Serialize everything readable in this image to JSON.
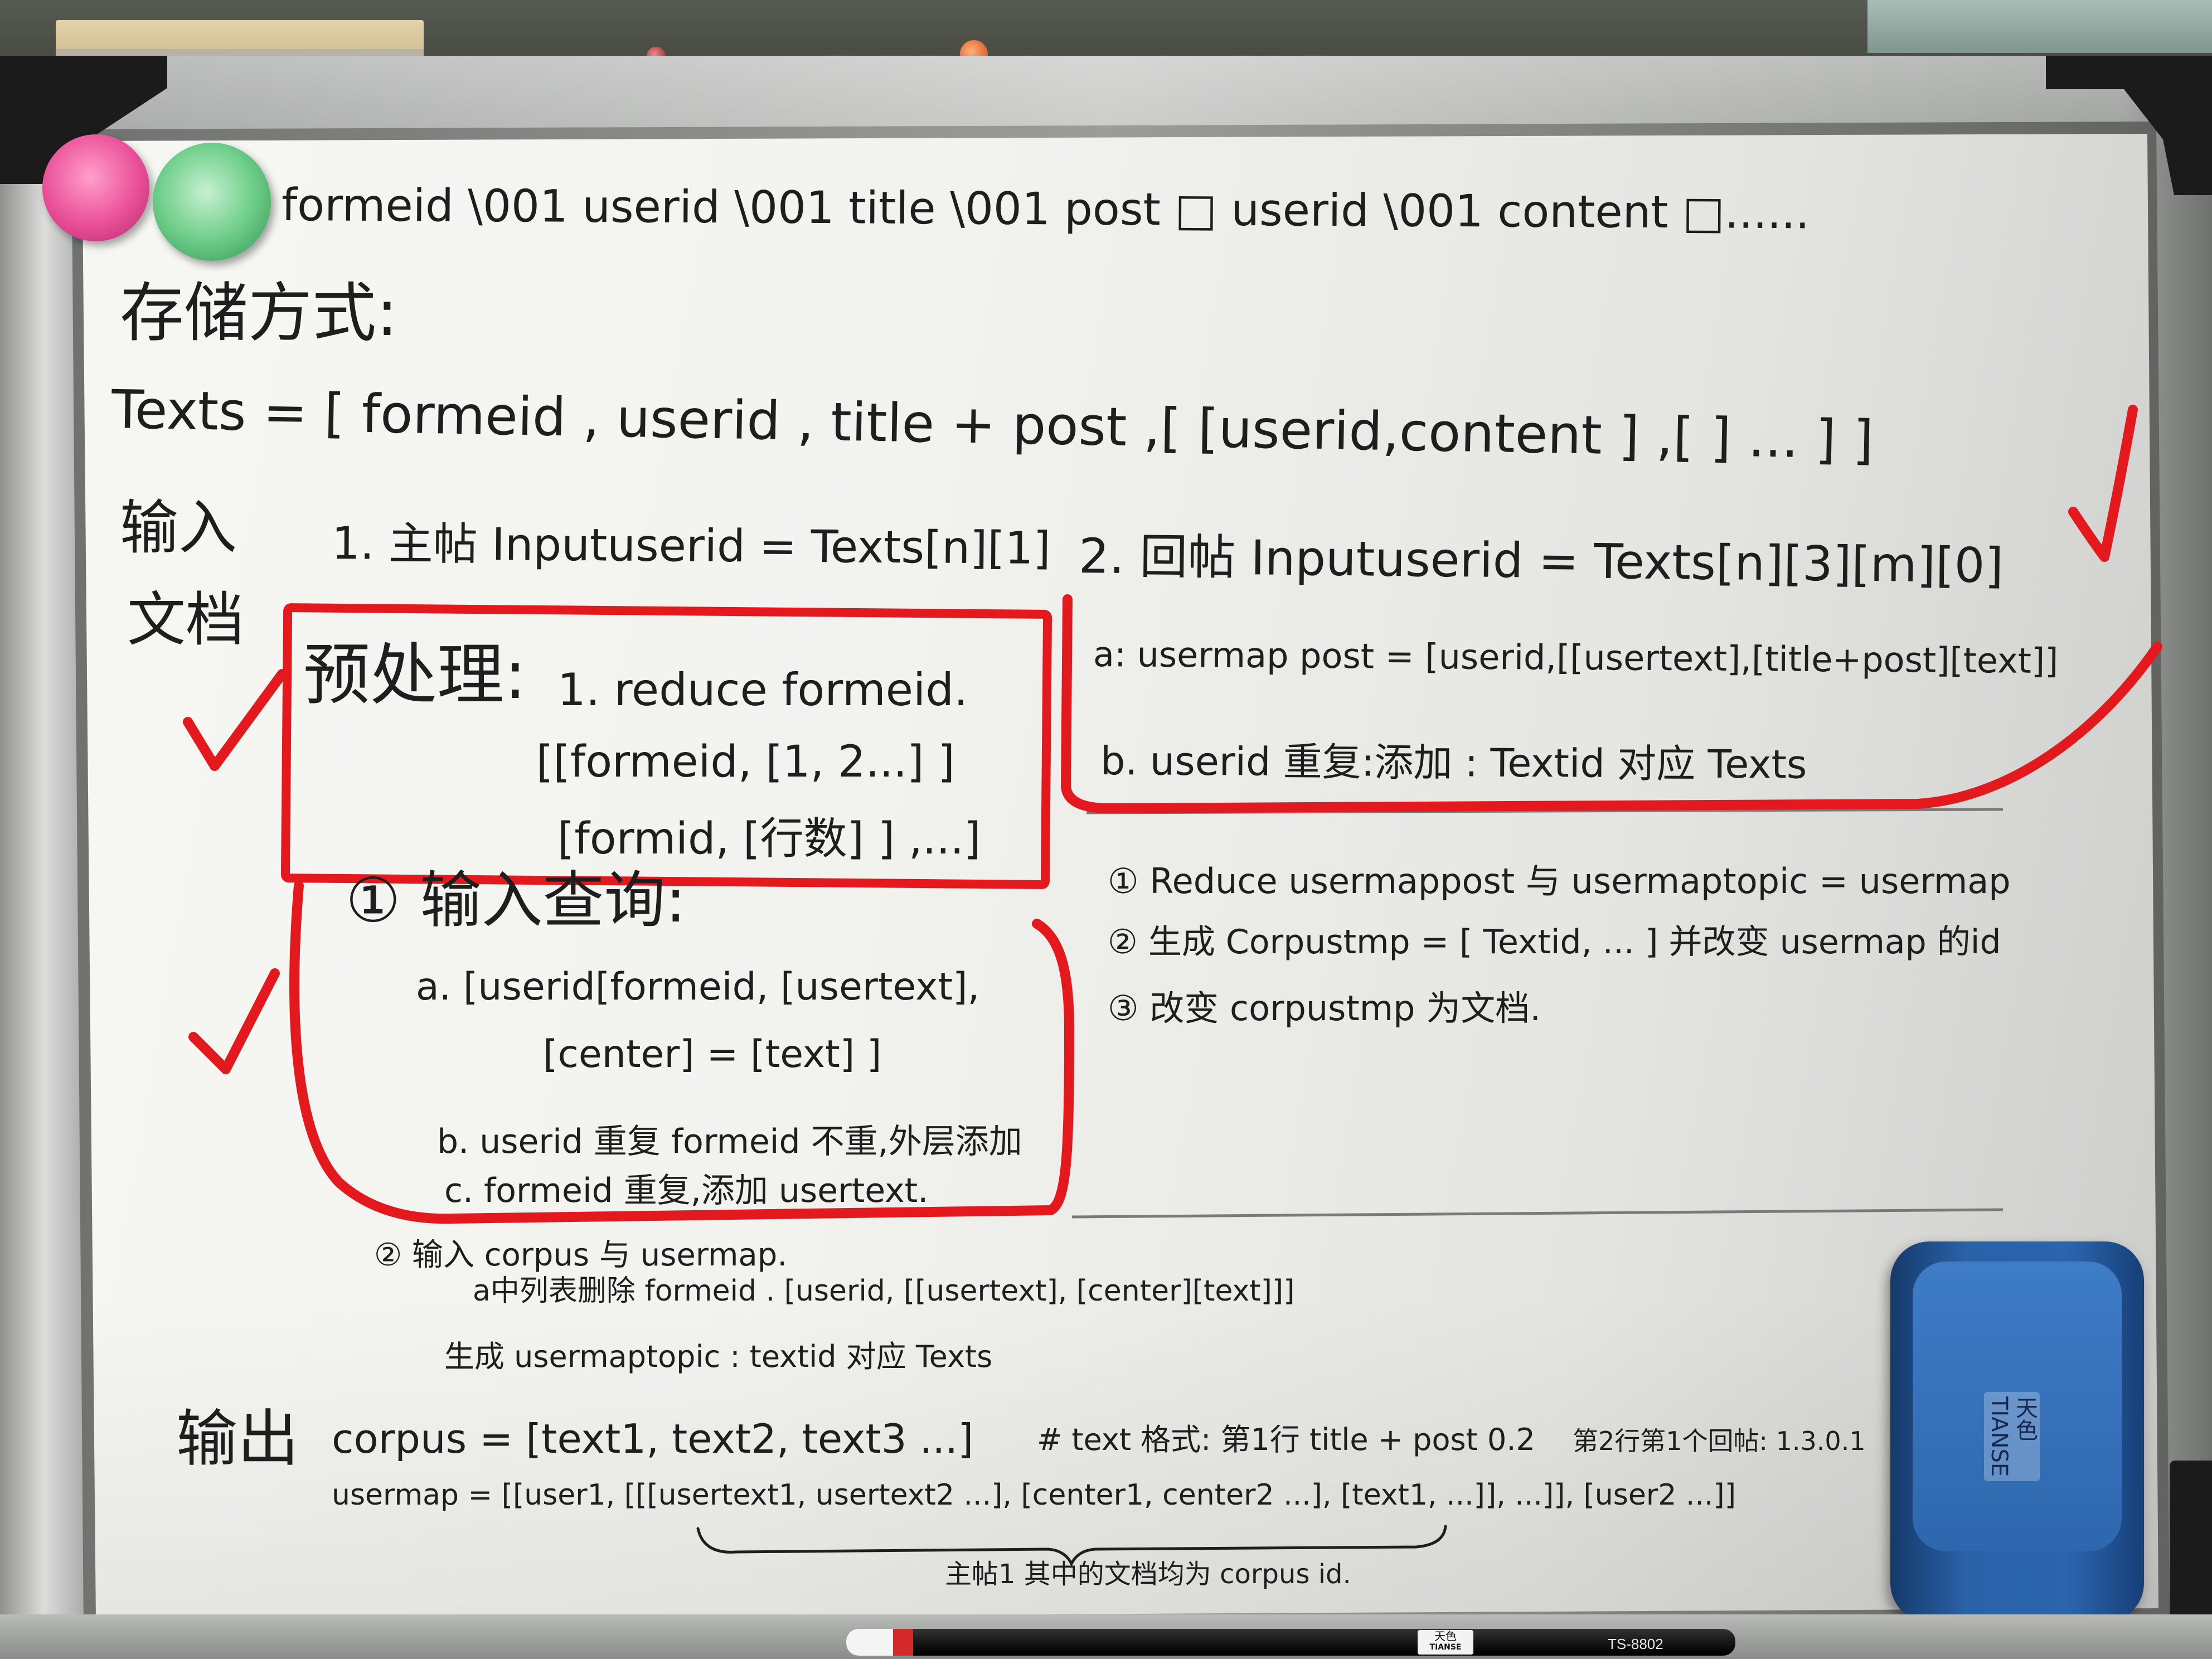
{
  "board": {
    "header_line": "formeid \\001 userid \\001 title \\001 post □ userid \\001 content □......",
    "storage": {
      "heading": "存储方式:",
      "texts_line": "Texts = [ formeid , userid , title + post ,[ [userid,content ] ,[ ] ... ] ]"
    },
    "input_doc": {
      "label_1": "输入",
      "label_2": "文档",
      "item_1": "1. 主帖 Inputuserid = Texts[n][1]",
      "item_2": "2. 回帖 Inputuserid = Texts[n][3][m][0]",
      "sub_a": "a: usermap post = [userid,[[usertext],[title+post][text]]",
      "sub_b": "b. userid 重复:添加 : Textid 对应 Texts"
    },
    "preprocess": {
      "heading": "预处理:",
      "step_1": "1. reduce formeid.",
      "line_2": "[[formeid, [1, 2...] ]",
      "line_3": "[formid, [行数] ] ,...]"
    },
    "steps": {
      "s1": "① Reduce usermappost 与 usermaptopic = usermap",
      "s2": "② 生成 Corpustmp = [ Textid, ... ] 并改变 usermap 的id",
      "s3": "③ 改变 corpustmp 为文档."
    },
    "query": {
      "heading": "① 输入查询:",
      "a_line_1": "a. [userid[formeid, [usertext],",
      "a_line_2": "[center] = [text] ]",
      "b": "b. userid 重复 formeid 不重,外层添加",
      "c": "c. formeid 重复,添加 usertext."
    },
    "corpus_input": {
      "heading": "② 输入 corpus 与 usermap.",
      "a": "a中列表删除 formeid . [userid, [[usertext], [center][text]]]",
      "generate": "生成 usermaptopic : textid 对应 Texts"
    },
    "output": {
      "label": "输出",
      "corpus_line": "corpus = [text1, text2, text3 ...]",
      "format_1": "# text 格式: 第1行 title + post 0.2",
      "format_2": "第2行第1个回帖: 1.3.0.1",
      "usermap_line": "usermap = [[user1, [[[usertext1, usertext2 ...], [center1, center2 ...], [text1, ...]], ...]], [user2 ...]]",
      "note": "主帖1 其中的文档均为 corpus id."
    }
  },
  "eraser": {
    "brand_cn": "天色",
    "brand_en": "TIANSE"
  },
  "markers": {
    "brand_cn": "天色",
    "brand_en": "TIANSE",
    "model": "TS-8802"
  },
  "colors": {
    "ink": "#1e1e1e",
    "red_marker": "#e3191d",
    "board": "#f4f4f1",
    "frame": "#c9cac8",
    "eraser": "#2a62a8",
    "magnet_pink": "#ea4f98",
    "magnet_green": "#6fcf8a"
  }
}
